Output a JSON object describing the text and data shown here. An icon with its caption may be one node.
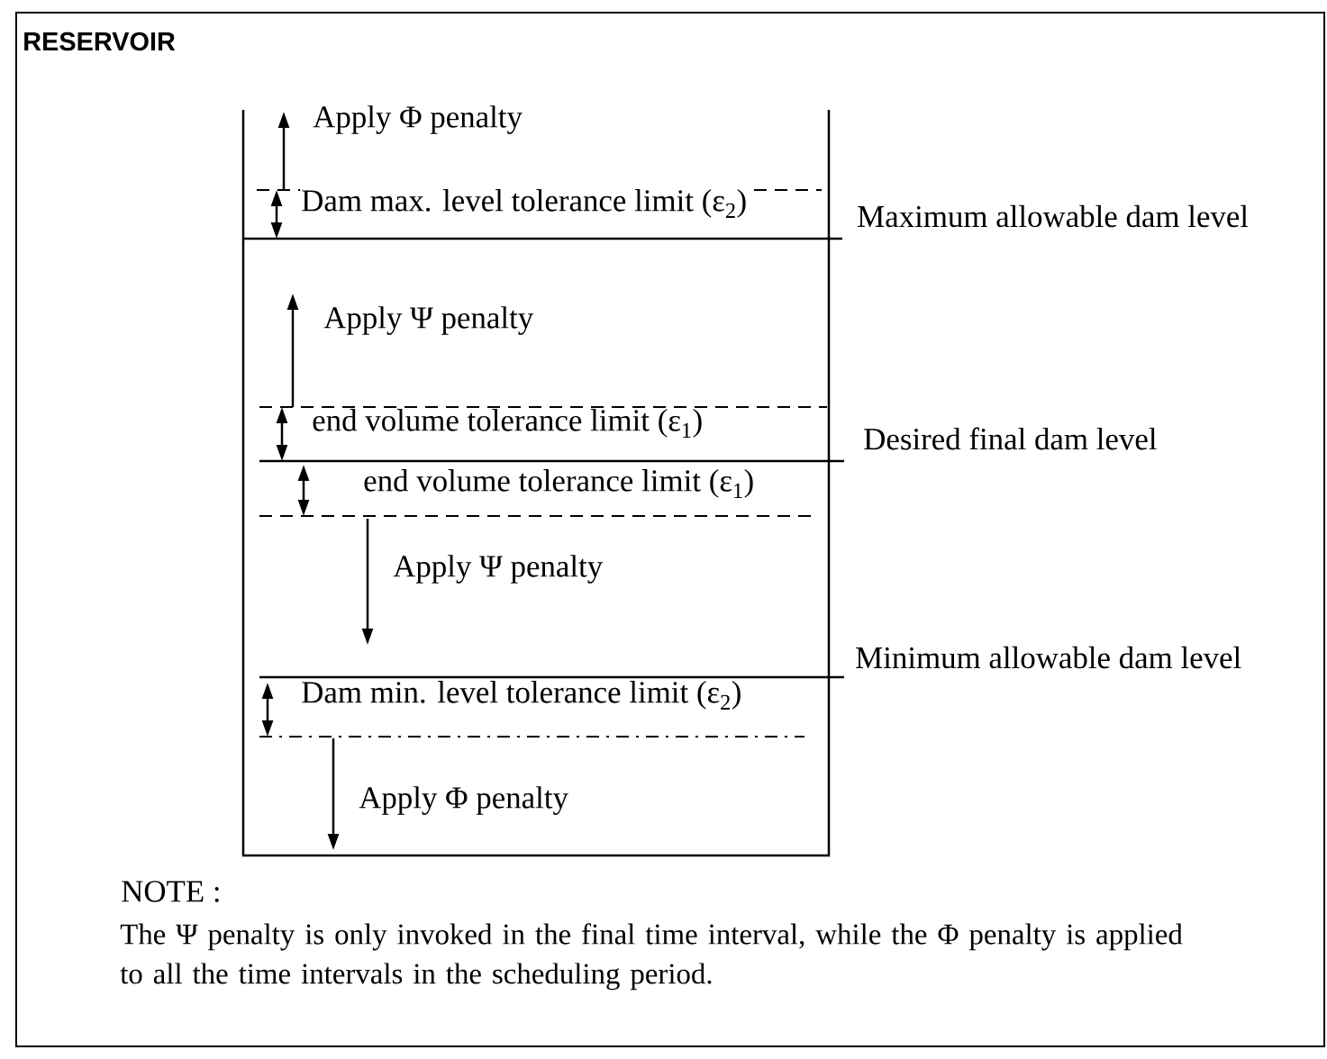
{
  "diagram": {
    "title": "RESERVOIR",
    "labels": [
      "Apply Φ penalty",
      "Dam max. level tolerance limit (ε$_{2}$)",
      "Maximum allowable dam level",
      "Apply Ψ penalty",
      "end volume tolerance limit (ε$_{1}$)",
      "Desired final dam level",
      "end volume tolerance limit (ε$_{1}$)",
      "Apply Ψ penalty",
      "Minimum allowable dam level",
      "Dam min. level tolerance limit (ε$_{2}$)",
      "Apply Φ penalty",
      "NOTE :",
      "The Ψ penalty is only invoked in the final time interval, while the Φ penalty is applied to all the time intervals in the scheduling period."
    ]
  }
}
